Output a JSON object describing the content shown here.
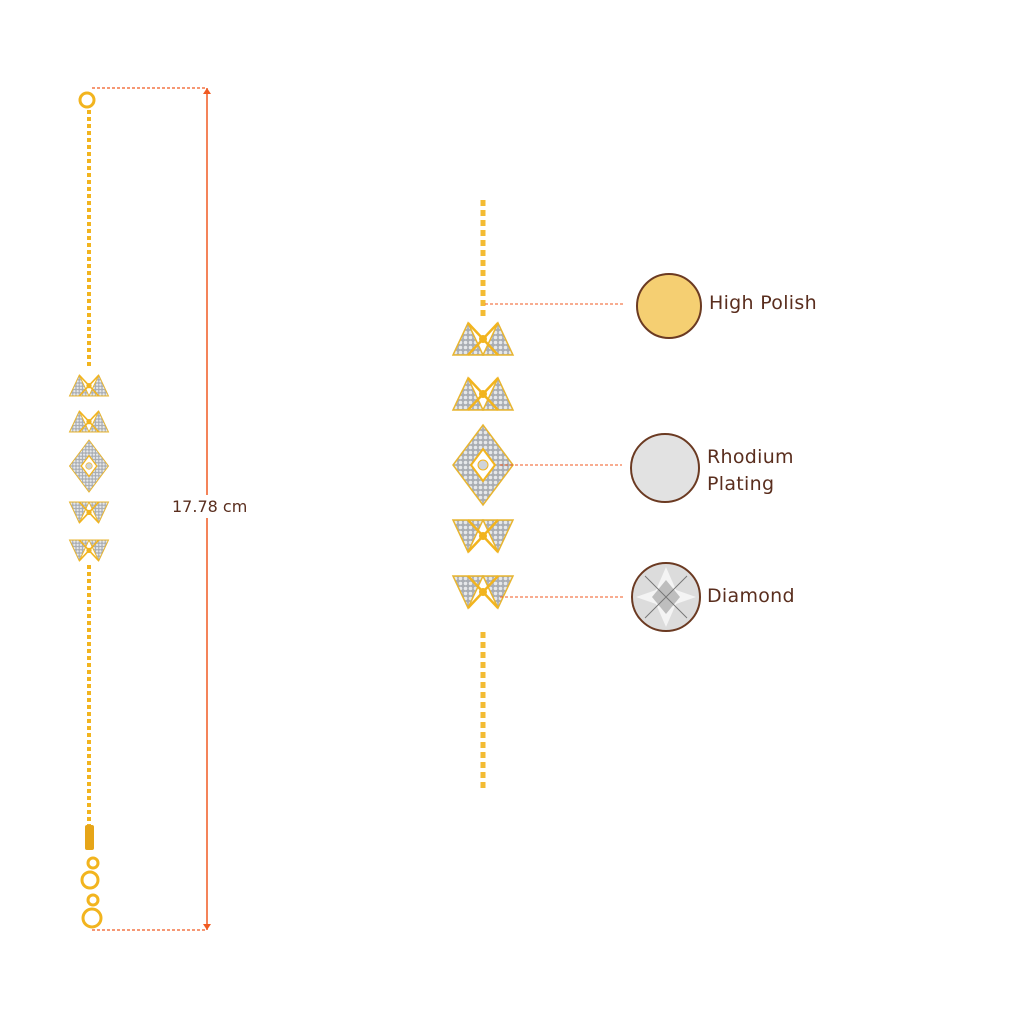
{
  "dimension": {
    "length_label": "17.78 cm"
  },
  "features": [
    {
      "label": "High Polish",
      "swatch_color": "#f5cf72"
    },
    {
      "label_line1": "Rhodium",
      "label_line2": "Plating",
      "swatch_color": "#e2e2e2"
    },
    {
      "label": "Diamond",
      "swatch_color": "#d8d8d8"
    }
  ],
  "colors": {
    "accent": "#f05a22",
    "text": "#5a2e1e",
    "gold": "#f2b41e",
    "outline": "#6b3a22"
  }
}
